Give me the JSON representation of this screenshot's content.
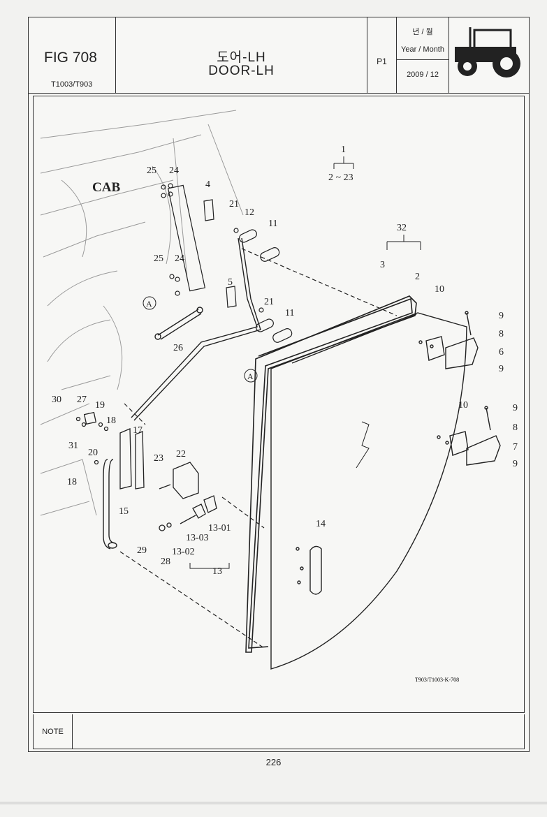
{
  "header": {
    "fig_no": "FIG 708",
    "models": "T1003/T903",
    "title_ko": "도어-LH",
    "title_en": "DOOR-LH",
    "page_code": "P1",
    "year_month_ko": "년 / 월",
    "year_month_en": "Year / Month",
    "year_month_value": "2009 / 12",
    "thumbnail_icon": "tractor-icon"
  },
  "drawing": {
    "cab_label": "CAB",
    "assembly_top": "1",
    "assembly_range": "2 ~ 23",
    "glass_group": "32",
    "drawing_code": "T903/T1003-K-708",
    "callout_A": "A",
    "parts": {
      "p25a": "25",
      "p24a": "24",
      "p4": "4",
      "p21a": "21",
      "p12": "12",
      "p11a": "11",
      "p25b": "25",
      "p24b": "24",
      "p5": "5",
      "p21b": "21",
      "p11b": "11",
      "p26": "26",
      "p3": "3",
      "p2": "2",
      "p10a": "10",
      "p9a": "9",
      "p8a": "8",
      "p6": "6",
      "p9b": "9",
      "p30": "30",
      "p27": "27",
      "p19": "19",
      "p18a": "18",
      "p31": "31",
      "p20": "20",
      "p17": "17",
      "p23": "23",
      "p22": "22",
      "p18b": "18",
      "p15": "15",
      "p1301": "13-01",
      "p1303": "13-03",
      "p1302": "13-02",
      "p13": "13",
      "p29": "29",
      "p28": "28",
      "p14": "14",
      "p10b": "10",
      "p9c": "9",
      "p8b": "8",
      "p7": "7",
      "p9d": "9"
    }
  },
  "note": {
    "label": "NOTE"
  },
  "footer": {
    "page_number": "226"
  }
}
